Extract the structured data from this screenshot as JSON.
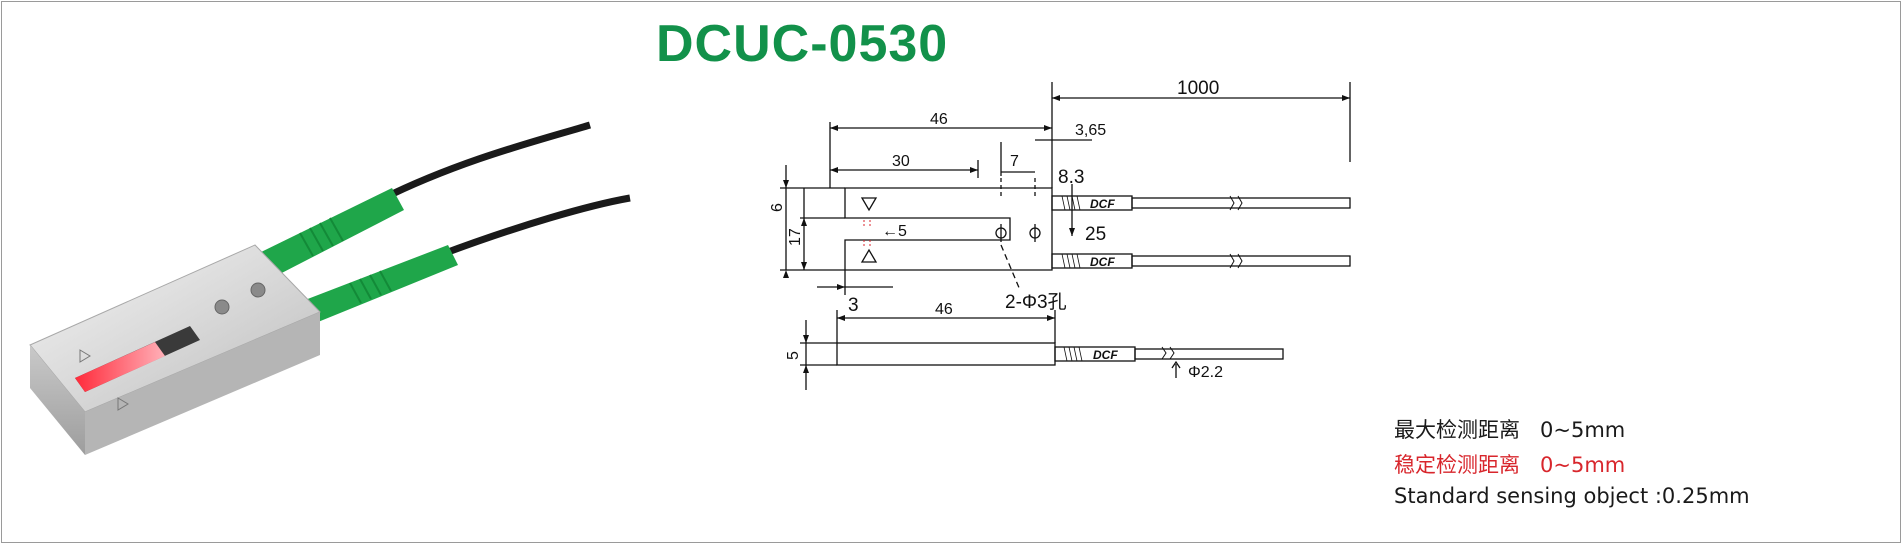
{
  "title": "DCUC-0530",
  "drawing": {
    "dims": {
      "d1000": "1000",
      "d46_top": "46",
      "d3_65": "3,65",
      "d30": "30",
      "d7": "7",
      "d8_3": "8.3",
      "d6": "6",
      "d17": "17",
      "d5_slot": "←5",
      "d25": "25",
      "d3": "3",
      "hole": "2-Φ3孔",
      "d46_side": "46",
      "d5_side": "5",
      "cable_dia": "Φ2.2"
    },
    "brand_label": "DCF"
  },
  "specs": {
    "max_distance_label": "最大检测距离",
    "max_distance_value": "0~5mm",
    "stable_distance_label": "稳定检测距离",
    "stable_distance_value": "0~5mm",
    "standard_object": "Standard sensing object :0.25mm"
  },
  "colors": {
    "title_green": "#12914a",
    "warning_red": "#d8262c",
    "cable_green": "#1fa64a"
  }
}
